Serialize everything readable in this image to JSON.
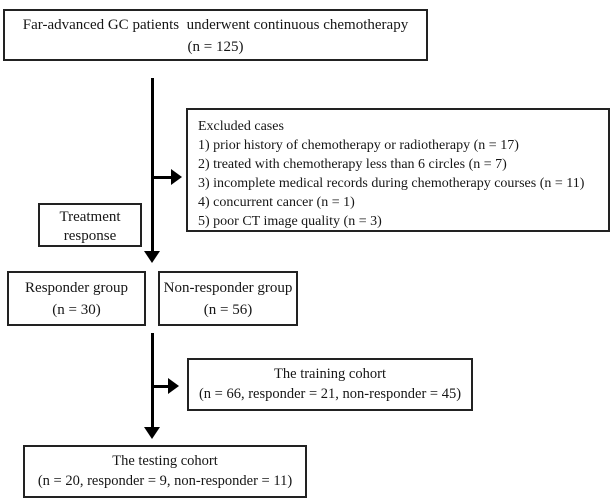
{
  "figure": {
    "type": "flowchart",
    "colors": {
      "background": "#ffffff",
      "box_border": "#222222",
      "text": "#161616",
      "arrow": "#000000"
    },
    "flow": {
      "initial": {
        "line1": "Far-advanced GC patients  underwent continuous chemotherapy",
        "line2": "(n = 125)"
      },
      "excluded": {
        "title": "Excluded cases",
        "items": [
          "1) prior history of chemotherapy or radiotherapy (n = 17)",
          "2) treated with chemotherapy less than 6 circles (n = 7)",
          "3) incomplete medical records during chemotherapy courses (n = 11)",
          "4) concurrent cancer (n = 1)",
          "5) poor CT image quality (n = 3)"
        ]
      },
      "treatment": {
        "line1": "Treatment",
        "line2": "response"
      },
      "responder": {
        "line1": "Responder group",
        "line2": "(n = 30)"
      },
      "non_responder": {
        "line1": "Non-responder group",
        "line2": "(n = 56)"
      },
      "training": {
        "line1": "The training cohort",
        "line2": "(n = 66, responder = 21, non-responder = 45)"
      },
      "testing": {
        "line1": "The testing cohort",
        "line2": "(n = 20, responder = 9, non-responder = 11)"
      }
    }
  }
}
